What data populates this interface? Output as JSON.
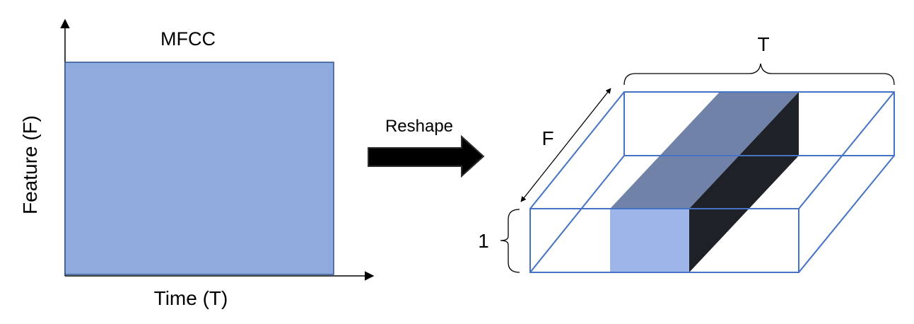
{
  "left_panel": {
    "title": "MFCC",
    "x_label": "Time (T)",
    "y_label": "Feature (F)"
  },
  "arrow": {
    "label": "Reshape"
  },
  "right_panel": {
    "t_label": "T",
    "f_label": "F",
    "depth_label": "1"
  },
  "colors": {
    "mfcc_fill": "#8faadc",
    "mfcc_stroke": "#2f5597",
    "box_stroke": "#4472c4",
    "slice_top": "#7082a8",
    "slice_side": "#1f2129",
    "slice_front": "#9db5e8",
    "arrow_fill": "#000000"
  }
}
